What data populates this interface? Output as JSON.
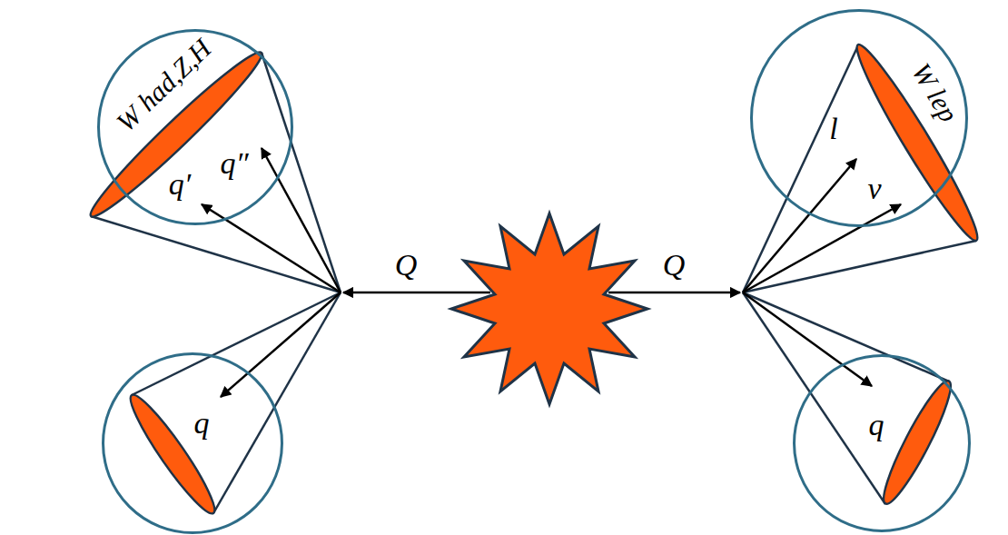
{
  "diagram": {
    "nodes": [
      {
        "text": [
          "W had,Z,H",
          "q′",
          "q″"
        ]
      },
      {
        "text": [
          "q"
        ]
      },
      {
        "text": [
          "W lep",
          "l",
          "ν"
        ]
      },
      {
        "text": [
          "q"
        ]
      }
    ],
    "labels": [
      "Q",
      "Q"
    ]
  }
}
